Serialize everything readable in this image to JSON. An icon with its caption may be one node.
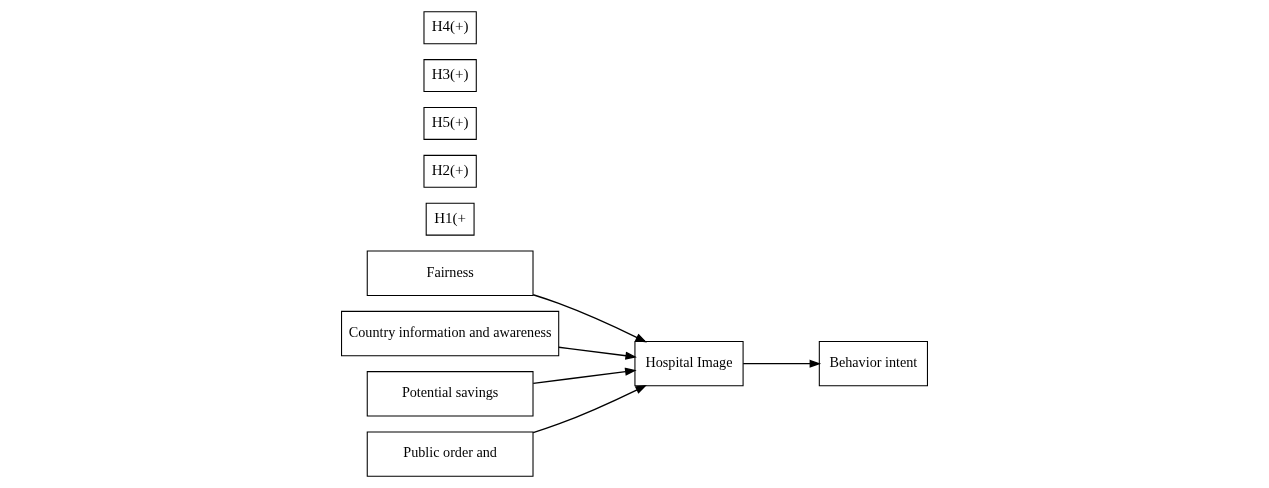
{
  "diagram": {
    "nodes": [
      {
        "text": [
          "Fairness"
        ]
      },
      {
        "text": [
          "H1(+"
        ]
      },
      {
        "text": [
          "Country information and awareness"
        ]
      },
      {
        "text": [
          "H2(+)"
        ]
      },
      {
        "text": [
          "H5(+)"
        ]
      },
      {
        "text": [
          "Hospital Image"
        ]
      },
      {
        "text": [
          "Behavior intent"
        ]
      },
      {
        "text": [
          "Potential savings"
        ]
      },
      {
        "text": [
          "H3(+)"
        ]
      },
      {
        "text": [
          "H4(+)"
        ]
      },
      {
        "text": [
          "Public order and"
        ]
      }
    ],
    "edges": [
      {
        "from": 0,
        "to": 5,
        "arrow": "to"
      },
      {
        "from": 2,
        "to": 5,
        "arrow": "to"
      },
      {
        "from": 7,
        "to": 5,
        "arrow": "to"
      },
      {
        "from": 10,
        "to": 5,
        "arrow": "to"
      },
      {
        "from": 5,
        "to": 6,
        "arrow": "to"
      }
    ]
  }
}
